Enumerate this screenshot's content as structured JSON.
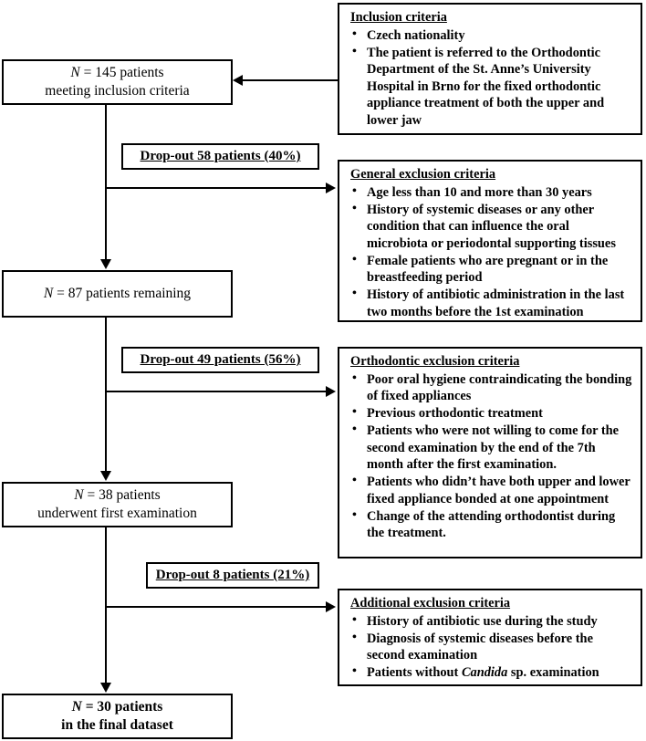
{
  "diagram": {
    "type": "patient-flow-chart",
    "flow_boxes": [
      {
        "id": "n145",
        "n_symbol": "N",
        "line1": " = 145 patients",
        "line2": "meeting inclusion criteria",
        "count": 145
      },
      {
        "id": "n87",
        "n_symbol": "N",
        "line1": " = 87 patients remaining",
        "line2": "",
        "count": 87
      },
      {
        "id": "n38",
        "n_symbol": "N",
        "line1": " = 38 patients",
        "line2": "underwent first examination",
        "count": 38
      },
      {
        "id": "n30",
        "n_symbol": "N",
        "line1": " = 30 patients",
        "line2": "in the final dataset",
        "count": 30
      }
    ],
    "dropouts": [
      {
        "id": "dropout1",
        "label": "Drop-out 58 patients (40%)",
        "count": 58,
        "percent": "40%"
      },
      {
        "id": "dropout2",
        "label": "Drop-out 49 patients (56%)",
        "count": 49,
        "percent": "56%"
      },
      {
        "id": "dropout3",
        "label": "Drop-out 8 patients (21%)",
        "count": 8,
        "percent": "21%"
      }
    ],
    "criteria_panels": [
      {
        "id": "inclusion",
        "title": "Inclusion criteria",
        "items": [
          "Czech nationality",
          "The patient is referred to the Orthodontic Department of the St. Anne’s University Hospital in Brno for the fixed orthodontic appliance treatment of both the upper and lower jaw"
        ]
      },
      {
        "id": "general-exclusion",
        "title": "General exclusion criteria",
        "items": [
          "Age less than 10 and  more than 30 years",
          "History of systemic diseases or any other condition that can influence the oral microbiota or periodontal supporting tissues",
          "Female patients who are pregnant or in the breastfeeding period",
          "History of antibiotic administration in the last two months before the 1st examination"
        ]
      },
      {
        "id": "orthodontic-exclusion",
        "title": "Orthodontic exclusion criteria",
        "items": [
          "Poor oral hygiene contraindicating the bonding of fixed appliances",
          "Previous orthodontic treatment",
          "Patients who were not willing to come for the second examination by the end of the 7th month after the first examination.",
          "Patients who didn’t have  both upper and lower fixed appliance bonded at one appointment",
          "Change of the attending orthodontist during the treatment."
        ]
      },
      {
        "id": "additional-exclusion",
        "title": "Additional exclusion criteria ",
        "items_plain": [
          "History of antibiotic use during the study",
          "Diagnosis of systemic diseases before the second examination"
        ],
        "item_candida_pre": "Patients without ",
        "item_candida_italic": "Candida",
        "item_candida_post": " sp. examination"
      }
    ],
    "colors": {
      "line": "#000000",
      "background": "#ffffff",
      "text": "#000000"
    }
  }
}
